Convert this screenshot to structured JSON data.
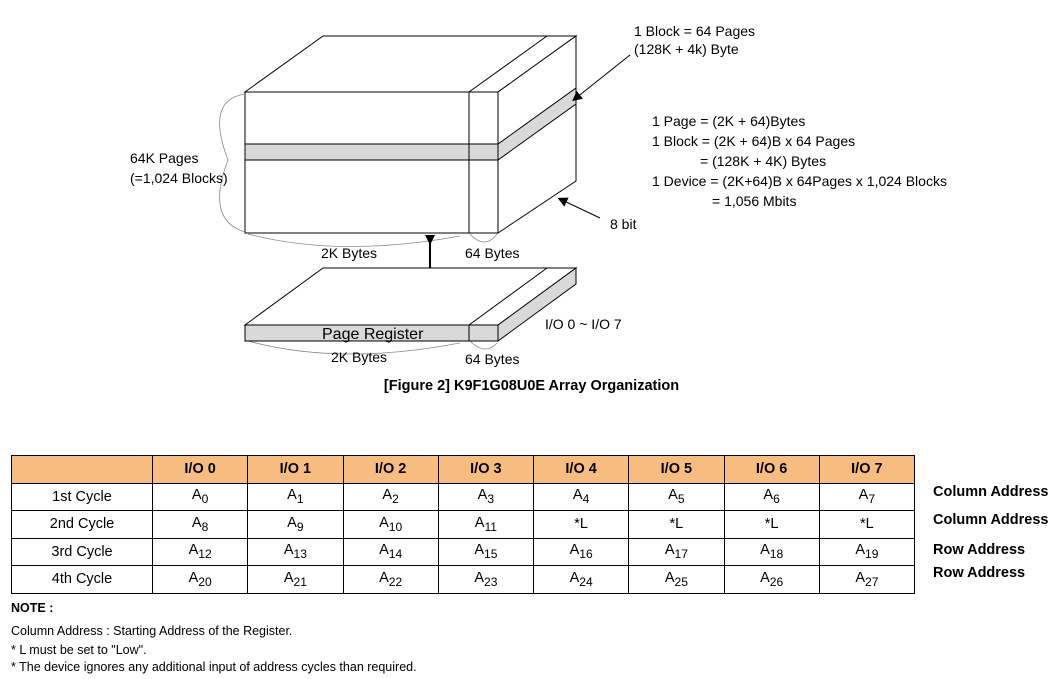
{
  "figure": {
    "block_label_1": "1 Block = 64 Pages",
    "block_label_2": "(128K + 4k) Byte",
    "pages_label_1": "64K Pages",
    "pages_label_2": "(=1,024 Blocks)",
    "eq_lines": [
      "1 Page = (2K + 64)Bytes",
      "1 Block = (2K + 64)B x 64 Pages",
      "= (128K + 4K) Bytes",
      "1 Device = (2K+64)B x 64Pages x 1,024 Blocks",
      "= 1,056 Mbits"
    ],
    "eight_bit": "8 bit",
    "array_2k": "2K Bytes",
    "array_64": "64 Bytes",
    "page_register": "Page Register",
    "io_range": "I/O 0 ~ I/O 7",
    "reg_2k": "2K Bytes",
    "reg_64": "64 Bytes",
    "caption": "[Figure 2] K9F1G08U0E Array Organization"
  },
  "table": {
    "headers": [
      "",
      "I/O 0",
      "I/O 1",
      "I/O 2",
      "I/O 3",
      "I/O 4",
      "I/O 5",
      "I/O 6",
      "I/O 7"
    ],
    "rows": [
      {
        "cycle": "1st Cycle",
        "cells": [
          [
            "A",
            "0"
          ],
          [
            "A",
            "1"
          ],
          [
            "A",
            "2"
          ],
          [
            "A",
            "3"
          ],
          [
            "A",
            "4"
          ],
          [
            "A",
            "5"
          ],
          [
            "A",
            "6"
          ],
          [
            "A",
            "7"
          ]
        ],
        "type": "Column Address"
      },
      {
        "cycle": "2nd Cycle",
        "cells": [
          [
            "A",
            "8"
          ],
          [
            "A",
            "9"
          ],
          [
            "A",
            "10"
          ],
          [
            "A",
            "11"
          ],
          [
            "*L",
            ""
          ],
          [
            "*L",
            ""
          ],
          [
            "*L",
            ""
          ],
          [
            "*L",
            ""
          ]
        ],
        "type": "Column Address"
      },
      {
        "cycle": "3rd Cycle",
        "cells": [
          [
            "A",
            "12"
          ],
          [
            "A",
            "13"
          ],
          [
            "A",
            "14"
          ],
          [
            "A",
            "15"
          ],
          [
            "A",
            "16"
          ],
          [
            "A",
            "17"
          ],
          [
            "A",
            "18"
          ],
          [
            "A",
            "19"
          ]
        ],
        "type": "Row Address"
      },
      {
        "cycle": "4th Cycle",
        "cells": [
          [
            "A",
            "20"
          ],
          [
            "A",
            "21"
          ],
          [
            "A",
            "22"
          ],
          [
            "A",
            "23"
          ],
          [
            "A",
            "24"
          ],
          [
            "A",
            "25"
          ],
          [
            "A",
            "26"
          ],
          [
            "A",
            "27"
          ]
        ],
        "type": "Row Address"
      }
    ]
  },
  "notes": {
    "title": "NOTE :",
    "line1": "Column Address : Starting Address of the Register.",
    "line2": "* L must be set to \"Low\".",
    "line3": "* The device ignores any additional input of address cycles than required."
  },
  "colors": {
    "header_fill": "#f7bd80",
    "page_band": "#d9d9d9"
  }
}
